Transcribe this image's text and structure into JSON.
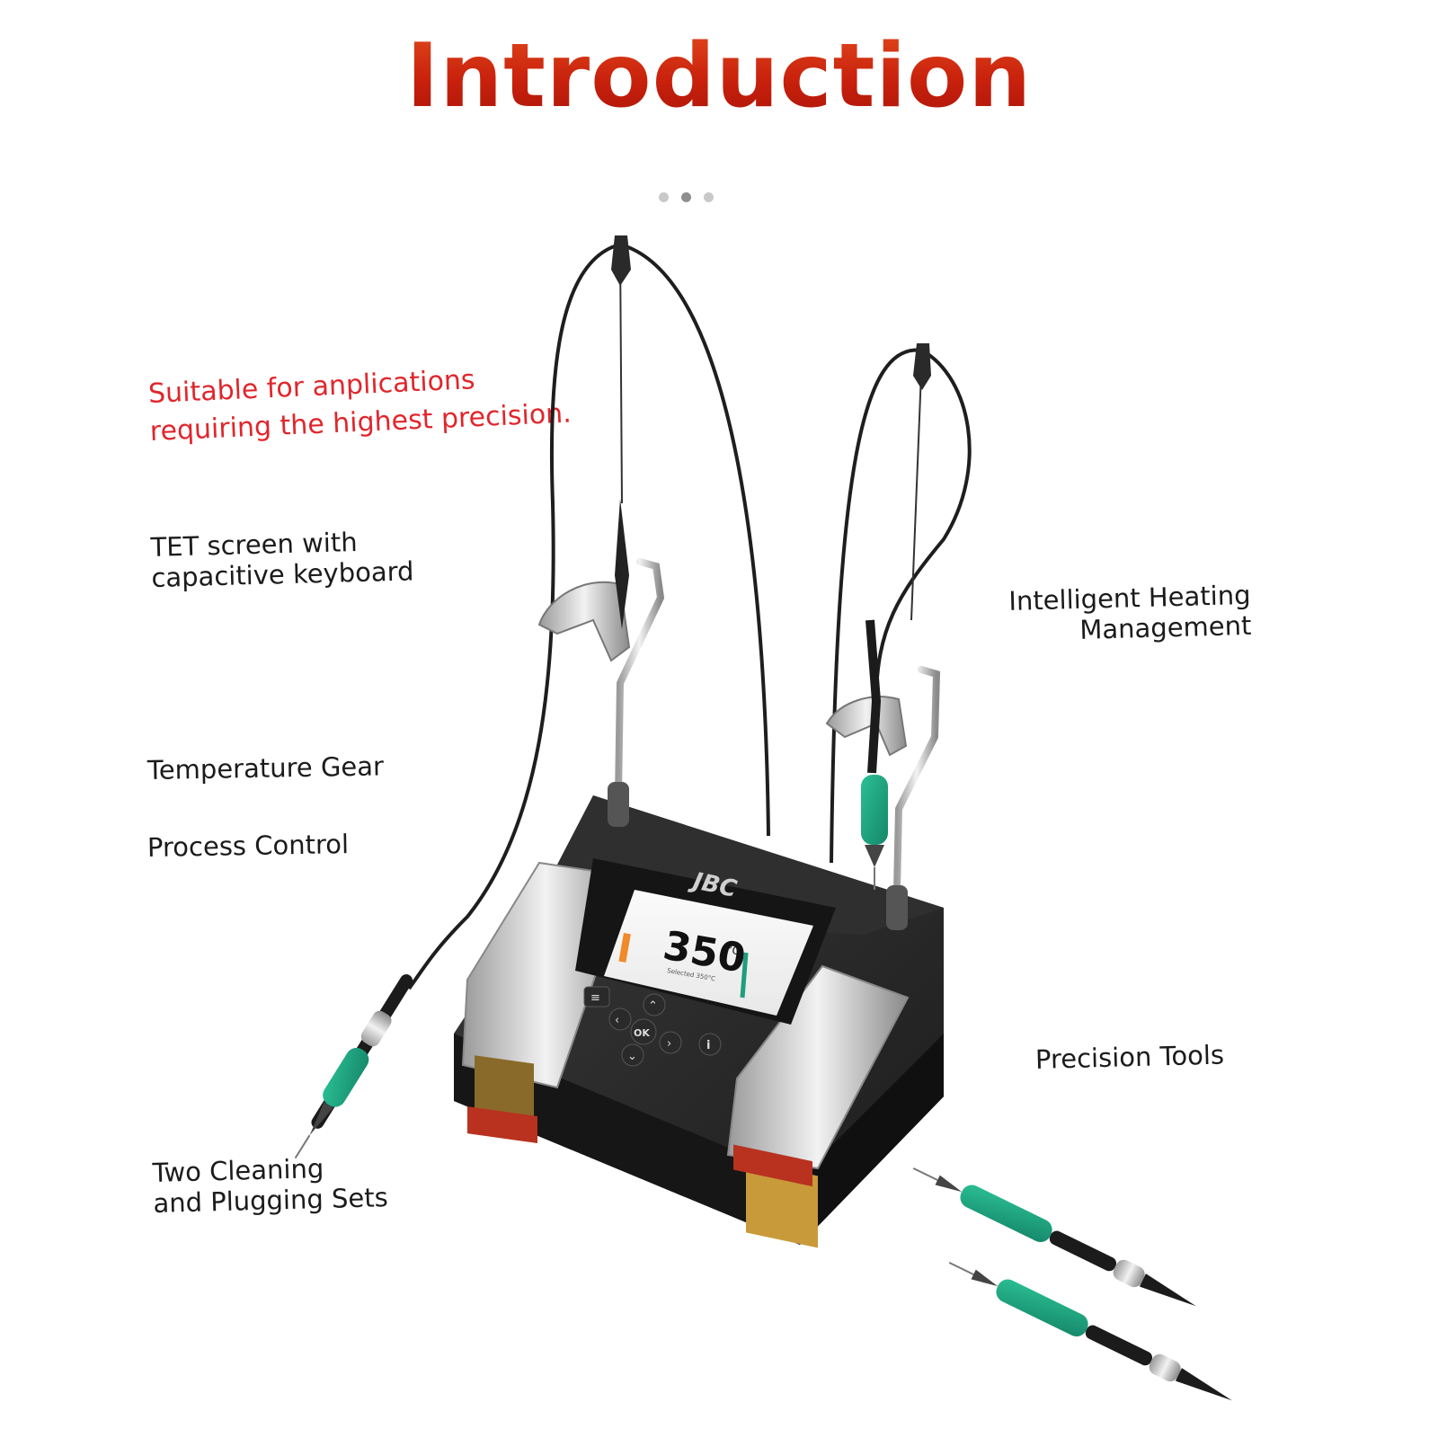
{
  "header": {
    "title": "Introduction"
  },
  "carousel": {
    "dot_count": 3,
    "active_index": 1
  },
  "tagline": {
    "line1": "Suitable for anplications",
    "line2": "requiring the highest precision."
  },
  "features": {
    "screen": {
      "line1": "TET screen with",
      "line2": "capacitive keyboard"
    },
    "temperature": {
      "line1": "Temperature Gear"
    },
    "process": {
      "line1": "Process Control"
    },
    "cleaning": {
      "line1": "Two Cleaning",
      "line2": "and Plugging Sets"
    },
    "heating": {
      "line1": "Intelligent Heating",
      "line2": "Management"
    },
    "tools": {
      "line1": "Precision Tools"
    }
  },
  "device": {
    "brand": "JBC",
    "display_temperature": "350",
    "temperature_unit": "°C",
    "selected_label": "Selected 350°C",
    "keypad": {
      "ok_label": "OK",
      "menu_icon": "menu-icon",
      "info_icon": "info-icon"
    }
  },
  "colors": {
    "title": "#c8200c",
    "tagline": "#e0262c",
    "handle": "#1f9e7c",
    "body": "#2a2a2a"
  }
}
